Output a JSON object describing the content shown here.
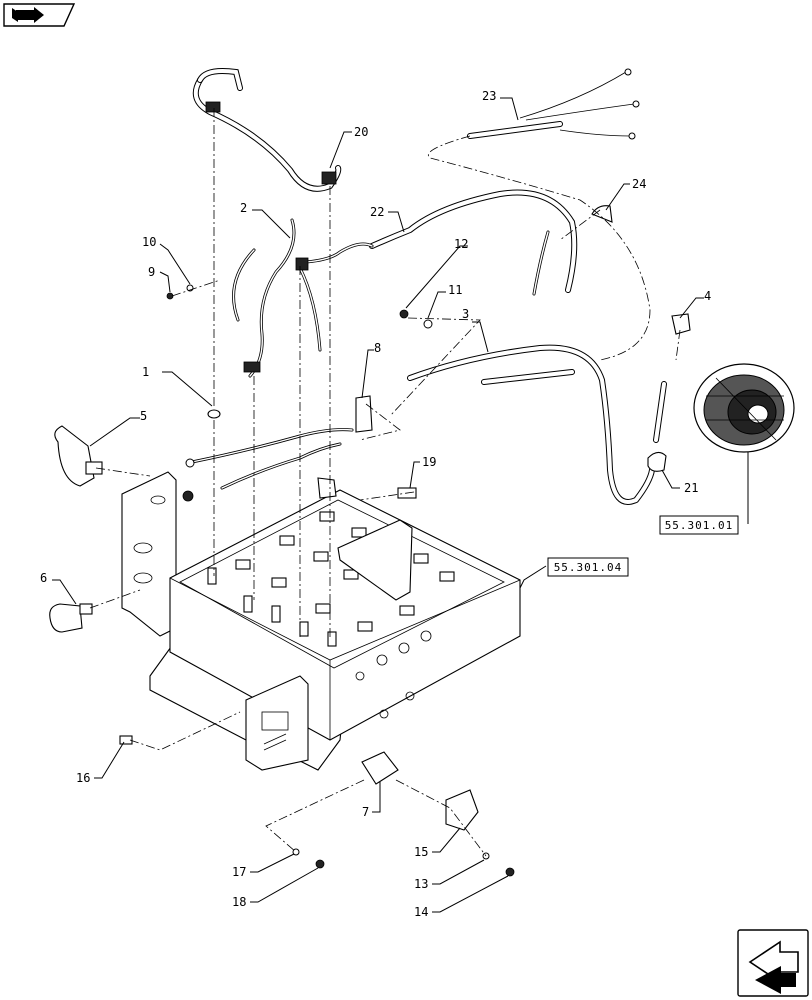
{
  "callouts": [
    {
      "id": "c1",
      "label": "1"
    },
    {
      "id": "c2",
      "label": "2"
    },
    {
      "id": "c3",
      "label": "3"
    },
    {
      "id": "c4",
      "label": "4"
    },
    {
      "id": "c5",
      "label": "5"
    },
    {
      "id": "c6",
      "label": "6"
    },
    {
      "id": "c7",
      "label": "7"
    },
    {
      "id": "c8",
      "label": "8"
    },
    {
      "id": "c9",
      "label": "9"
    },
    {
      "id": "c10",
      "label": "10"
    },
    {
      "id": "c11",
      "label": "11"
    },
    {
      "id": "c12",
      "label": "12"
    },
    {
      "id": "c13",
      "label": "13"
    },
    {
      "id": "c14",
      "label": "14"
    },
    {
      "id": "c15",
      "label": "15"
    },
    {
      "id": "c16",
      "label": "16"
    },
    {
      "id": "c17",
      "label": "17"
    },
    {
      "id": "c18",
      "label": "18"
    },
    {
      "id": "c19",
      "label": "19"
    },
    {
      "id": "c20",
      "label": "20"
    },
    {
      "id": "c21",
      "label": "21"
    },
    {
      "id": "c22",
      "label": "22"
    },
    {
      "id": "c23",
      "label": "23"
    },
    {
      "id": "c24",
      "label": "24"
    }
  ],
  "references": {
    "alternator": "55.301.01",
    "battery_tray": "55.301.04"
  },
  "icons": {
    "top_left": "book-arrow-icon",
    "bottom_right": "next-page-arrow-icon"
  }
}
